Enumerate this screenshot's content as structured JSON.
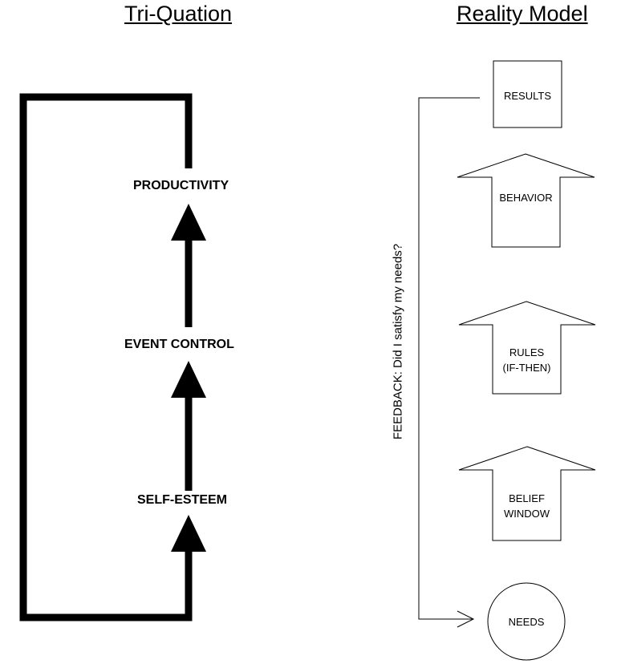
{
  "tri_quation": {
    "title": "Tri-Quation",
    "levels": [
      "PRODUCTIVITY",
      "EVENT CONTROL",
      "SELF-ESTEEM"
    ]
  },
  "reality_model": {
    "title": "Reality Model",
    "results": "RESULTS",
    "behavior": "BEHAVIOR",
    "rules_line1": "RULES",
    "rules_line2": "(IF-THEN)",
    "belief_line1": "BELIEF",
    "belief_line2": "WINDOW",
    "needs": "NEEDS",
    "feedback": "FEEDBACK: Did I satisfy my needs?"
  }
}
